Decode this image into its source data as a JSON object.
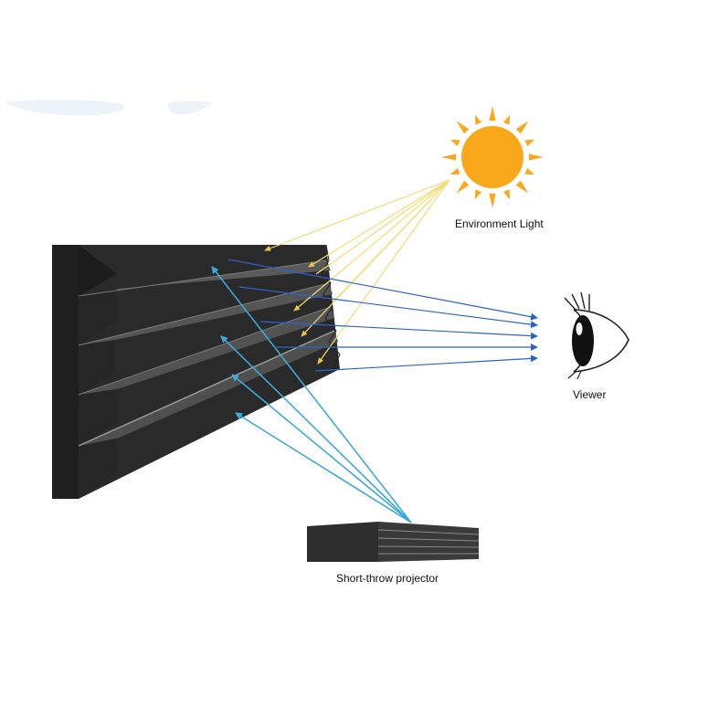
{
  "labels": {
    "environment_light": "Environment Light",
    "viewer": "Viewer",
    "projector": "Short-throw projector"
  },
  "colors": {
    "sun": "#F9A81B",
    "screen_dark": "#2b2b2b",
    "screen_face": "#3f3f3f",
    "environment_ray": "#F2DC73",
    "projector_ray": "#3FA9D8",
    "reflected_ray": "#2F62C8",
    "eye_outline": "#222222",
    "top_decor": "#EEF3FA"
  },
  "icons": {
    "sun": "sun-icon",
    "eye": "eye-icon",
    "projector": "projector-icon",
    "screen": "ridged-screen"
  }
}
